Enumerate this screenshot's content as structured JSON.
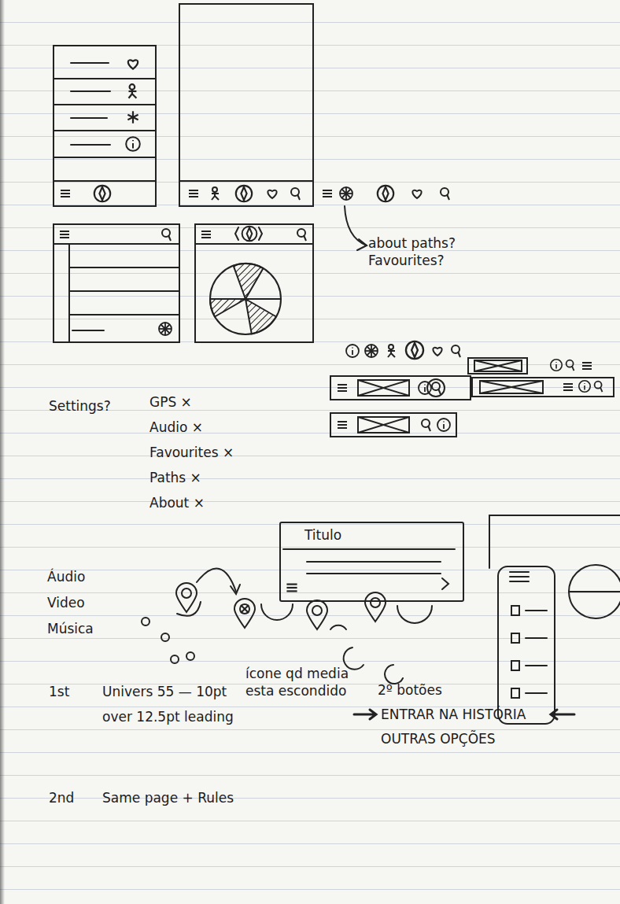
{
  "diagram": {
    "nodes": [
      {
        "text": [
          "Titulo"
        ]
      }
    ],
    "labels": [
      "about paths? Favourites?",
      "Settings?",
      "GPS ×",
      "Audio ×",
      "Favourites ×",
      "Paths ×",
      "About ×",
      "Áudio",
      "Video",
      "Música",
      "ícone qd media esta escondido",
      "1st",
      "Univers 55 — 10pt",
      "over 12.5pt leading",
      "2nd",
      "Same page + Rules",
      "2º botões",
      "ENTRAR NA HISTÓRIA",
      "OUTRAS OPÇÕES"
    ]
  }
}
